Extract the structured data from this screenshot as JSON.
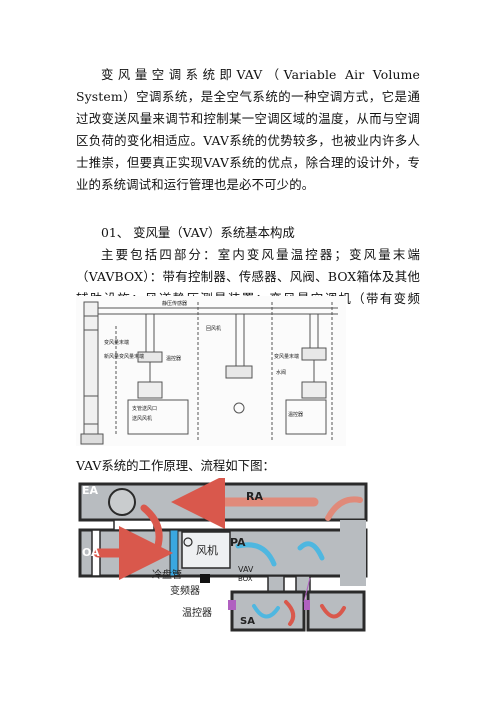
{
  "paragraphs": {
    "intro": "变风量空调系统即VAV（Variable Air Volume System）空调系统，是全空气系统的一种空调方式，它是通过改变送风量来调节和控制某一空调区域的温度，从而与空调区负荷的变化相适应。VAV系统的优势较多，也被业内许多人士推崇，但要真正实现VAV系统的优点，除合理的设计外，专业的系统调试和运行管理也是必不可少的。",
    "section_heading": "01、  变风量（VAV）系统基本构成",
    "components": "主要包括四部分：室内变风量温控器；变风量末端（VAVBOX）：带有控制器、传感器、风阀、BOX箱体及其他辅助设施；风道静压测量装置；变风量空调机（带有变频器）。",
    "figure2_caption": "VAV系统的工作原理、流程如下图："
  },
  "schematic_labels": {
    "static_pressure": "静压传感器",
    "vav_box_left": "变风量末端",
    "fresh_air_sensor": "新风量变风量末端",
    "temp_controller": "温控器",
    "vav_box_mid": "变风量末端",
    "supply_outlet": "支管送风口",
    "supply_fan": "送风风机",
    "return_fan": "回风机",
    "water_valve": "水阀",
    "thermostat": "温控器"
  },
  "diagram_labels": {
    "ea": "EA",
    "ra": "RA",
    "oa": "OA",
    "fan": "风机",
    "pa": "PA",
    "vav": "VAV",
    "box": "BOX",
    "coil": "冷盘管",
    "inverter": "变频器",
    "thermostat": "温控器",
    "sa": "SA"
  },
  "colors": {
    "duct_gray": "#b8bcc0",
    "duct_dark": "#2a2a2a",
    "arrow_red": "#d9584c",
    "arrow_salmon": "#e08a7a",
    "arrow_cyan": "#4fb7e0",
    "coil_blue": "#3aa7e0",
    "thermostat_purple": "#b060c0"
  }
}
